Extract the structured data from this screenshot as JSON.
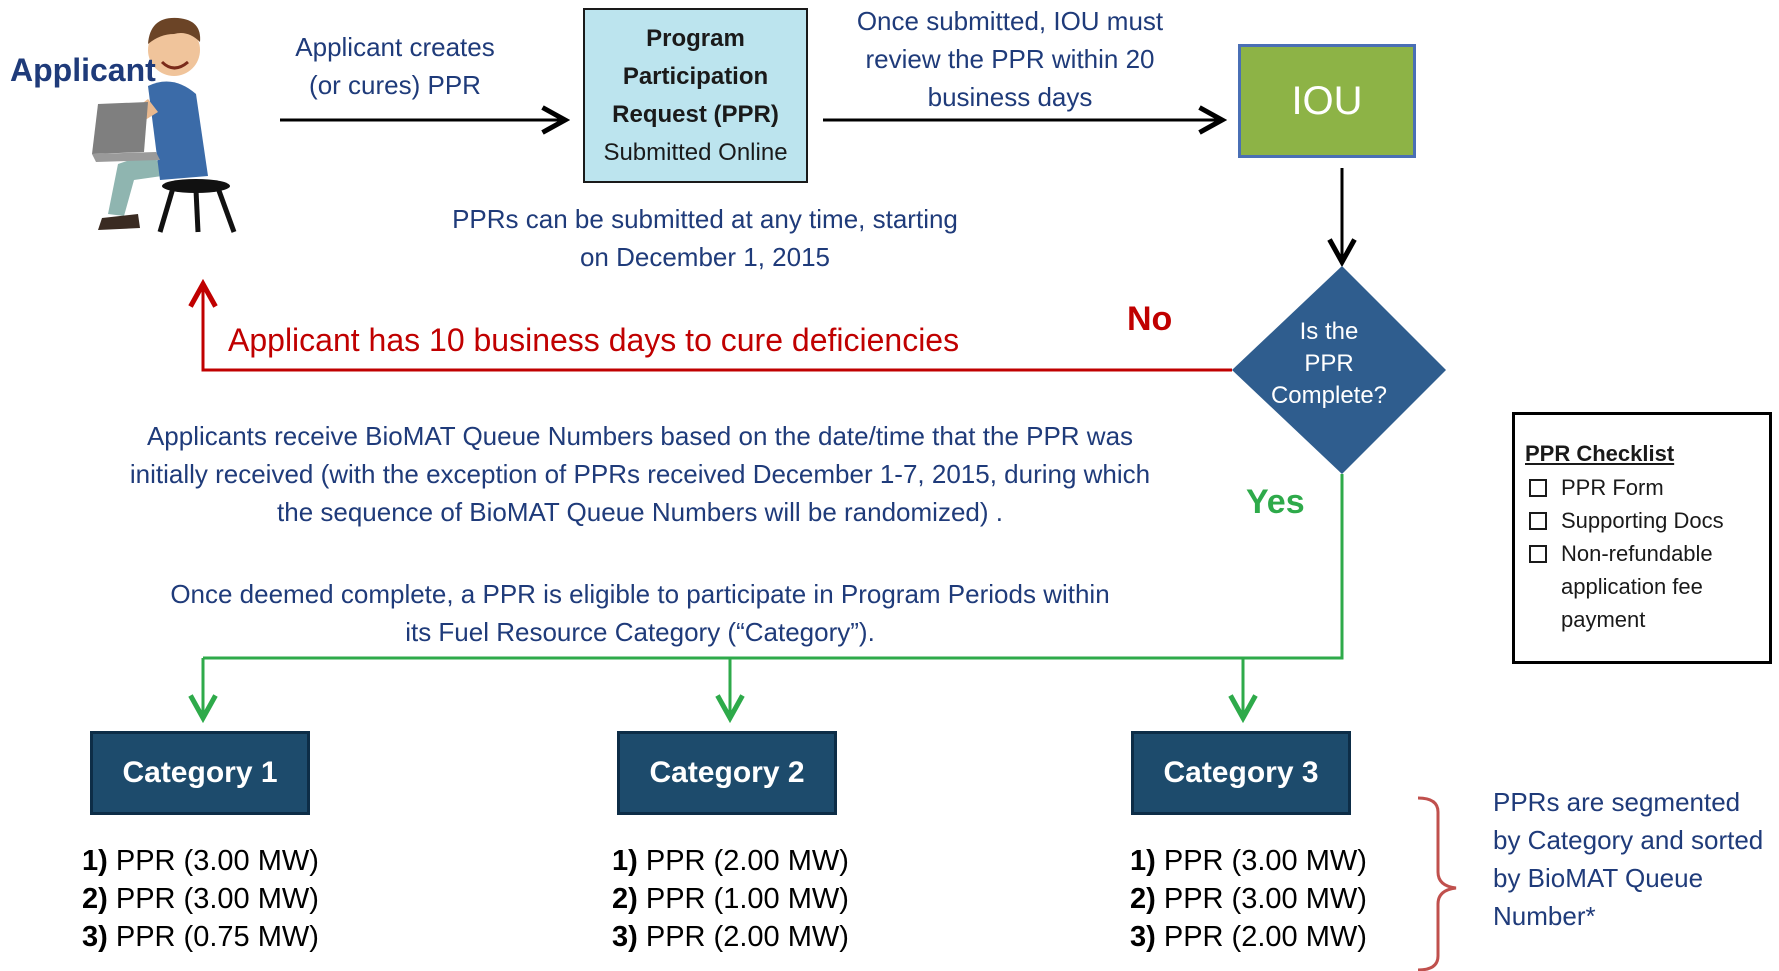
{
  "applicant": {
    "label": "Applicant"
  },
  "step_create": {
    "text": "Applicant creates (or cures) PPR"
  },
  "ppr_box": {
    "title_lines": [
      "Program",
      "Participation",
      "Request (PPR)"
    ],
    "subtitle": "Submitted Online"
  },
  "step_review": {
    "text": "Once submitted, IOU must review the PPR within 20 business days"
  },
  "iou": {
    "label": "IOU"
  },
  "timing_note": {
    "text": "PPRs can be submitted at any time, starting on December 1, 2015"
  },
  "decision": {
    "lines": [
      "Is the",
      "PPR",
      "Complete?"
    ]
  },
  "no_branch": {
    "label": "No",
    "text": "Applicant has 10 business days to cure deficiencies"
  },
  "yes_branch": {
    "label": "Yes"
  },
  "queue_note": {
    "text": "Applicants receive BioMAT Queue Numbers based on the date/time that the PPR was initially received (with the exception of PPRs received December 1-7, 2015, during which the sequence of BioMAT Queue Numbers will be randomized) ."
  },
  "complete_note": {
    "text": "Once deemed complete, a PPR is eligible to participate in Program Periods within its Fuel Resource Category (“Category”)."
  },
  "checklist": {
    "title": "PPR Checklist",
    "items": [
      "PPR Form",
      "Supporting Docs",
      "Non-refundable application fee payment"
    ]
  },
  "categories": [
    {
      "label": "Category 1",
      "items": [
        {
          "num": "1)",
          "text": "PPR (3.00 MW)"
        },
        {
          "num": "2)",
          "text": "PPR (3.00 MW)"
        },
        {
          "num": "3)",
          "text": "PPR (0.75 MW)"
        }
      ]
    },
    {
      "label": "Category 2",
      "items": [
        {
          "num": "1)",
          "text": "PPR (2.00 MW)"
        },
        {
          "num": "2)",
          "text": "PPR (1.00 MW)"
        },
        {
          "num": "3)",
          "text": "PPR (2.00 MW)"
        }
      ]
    },
    {
      "label": "Category 3",
      "items": [
        {
          "num": "1)",
          "text": "PPR (3.00 MW)"
        },
        {
          "num": "2)",
          "text": "PPR (3.00 MW)"
        },
        {
          "num": "3)",
          "text": "PPR (2.00 MW)"
        }
      ]
    }
  ],
  "segment_note": {
    "text": "PPRs are segmented by Category and sorted by BioMAT Queue Number*"
  },
  "colors": {
    "navy_text": "#1f3b7a",
    "ppr_box_fill": "#bce4ee",
    "iou_fill": "#8db346",
    "iou_border": "#4a6fb5",
    "decision_fill": "#2f5d8e",
    "no_red": "#c00000",
    "yes_green": "#2eaa4a",
    "category_fill": "#1d4b6c",
    "bracket_red": "#c0504d"
  }
}
